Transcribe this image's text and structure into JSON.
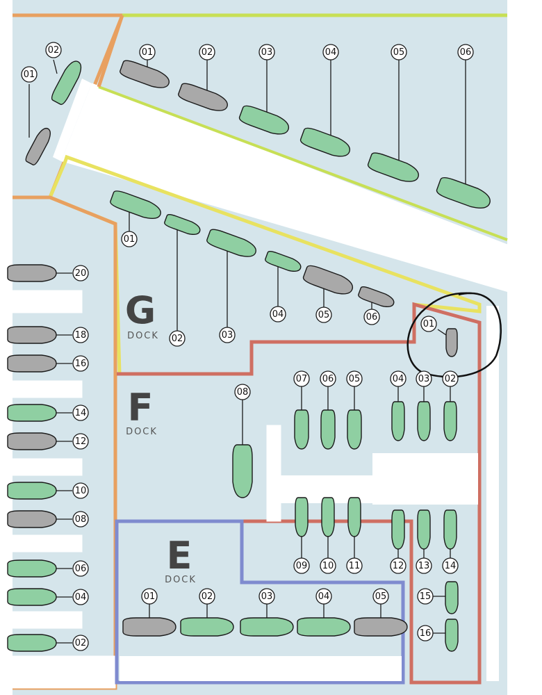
{
  "colors": {
    "water": "#d5e5eb",
    "land": "#ffffff",
    "available": "#8fcfa2",
    "occupied": "#a9a9a9",
    "orange_border": "#e8a060",
    "yellow_border": "#e8e260",
    "red_border": "#cf6f62",
    "blue_border": "#7f8bcf",
    "green_border": "#c7df55",
    "annotation": "#111111"
  },
  "docks": {
    "g": {
      "letter": "G",
      "word": "DOCK"
    },
    "f": {
      "letter": "F",
      "word": "DOCK"
    },
    "e": {
      "letter": "E",
      "word": "DOCK"
    }
  },
  "slips": {
    "top_left": [
      {
        "label": "02",
        "status": "available"
      },
      {
        "label": "01",
        "status": "occupied"
      }
    ],
    "upper_pier": [
      {
        "label": "01",
        "status": "occupied"
      },
      {
        "label": "02",
        "status": "occupied"
      },
      {
        "label": "03",
        "status": "available"
      },
      {
        "label": "04",
        "status": "available"
      },
      {
        "label": "05",
        "status": "available"
      },
      {
        "label": "06",
        "status": "available"
      }
    ],
    "g_dock": [
      {
        "label": "01",
        "status": "available"
      },
      {
        "label": "02",
        "status": "available"
      },
      {
        "label": "03",
        "status": "available"
      },
      {
        "label": "04",
        "status": "available"
      },
      {
        "label": "05",
        "status": "occupied"
      },
      {
        "label": "06",
        "status": "occupied"
      }
    ],
    "g_corner": [
      {
        "label": "01",
        "status": "occupied"
      }
    ],
    "left_column": [
      {
        "label": "20",
        "status": "occupied"
      },
      {
        "label": "18",
        "status": "occupied"
      },
      {
        "label": "16",
        "status": "occupied"
      },
      {
        "label": "14",
        "status": "available"
      },
      {
        "label": "12",
        "status": "occupied"
      },
      {
        "label": "10",
        "status": "available"
      },
      {
        "label": "08",
        "status": "occupied"
      },
      {
        "label": "06",
        "status": "available"
      },
      {
        "label": "04",
        "status": "available"
      },
      {
        "label": "02",
        "status": "available"
      }
    ],
    "f_dock_upper": [
      {
        "label": "08",
        "status": "available"
      },
      {
        "label": "07",
        "status": "available"
      },
      {
        "label": "06",
        "status": "available"
      },
      {
        "label": "05",
        "status": "available"
      },
      {
        "label": "04",
        "status": "available"
      },
      {
        "label": "03",
        "status": "available"
      },
      {
        "label": "02",
        "status": "available"
      }
    ],
    "f_dock_lower": [
      {
        "label": "09",
        "status": "available"
      },
      {
        "label": "10",
        "status": "available"
      },
      {
        "label": "11",
        "status": "available"
      },
      {
        "label": "12",
        "status": "available"
      },
      {
        "label": "13",
        "status": "available"
      },
      {
        "label": "14",
        "status": "available"
      }
    ],
    "f_dock_end": [
      {
        "label": "15",
        "status": "available"
      },
      {
        "label": "16",
        "status": "available"
      }
    ],
    "e_dock": [
      {
        "label": "01",
        "status": "occupied"
      },
      {
        "label": "02",
        "status": "available"
      },
      {
        "label": "03",
        "status": "available"
      },
      {
        "label": "04",
        "status": "available"
      },
      {
        "label": "05",
        "status": "occupied"
      }
    ]
  }
}
